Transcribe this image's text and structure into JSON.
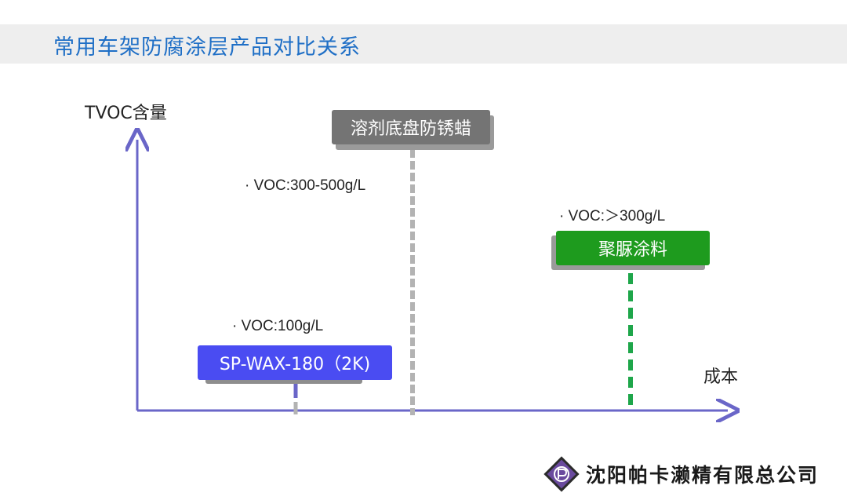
{
  "header": {
    "title": "常用车架防腐涂层产品对比关系"
  },
  "diagram": {
    "y_axis_label": "TVOC含量",
    "x_axis_label": "成本",
    "products": [
      {
        "id": "solvent",
        "label": "溶剂底盘防锈蜡",
        "voc": "· VOC:300-500g/L",
        "color": "#747474"
      },
      {
        "id": "polyurea",
        "label": "聚脲涂料",
        "voc": "· VOC:＞300g/L",
        "color": "#1e9b1e"
      },
      {
        "id": "spwax",
        "label": "SP-WAX-180（2K)",
        "voc": "· VOC:100g/L",
        "color": "#4a4cf2"
      }
    ],
    "axis_color": "#6a66c8"
  },
  "footer": {
    "company": "沈阳帕卡濑精有限总公司",
    "logo_icon": "company-logo-icon",
    "logo_color": "#5a3a8a"
  }
}
